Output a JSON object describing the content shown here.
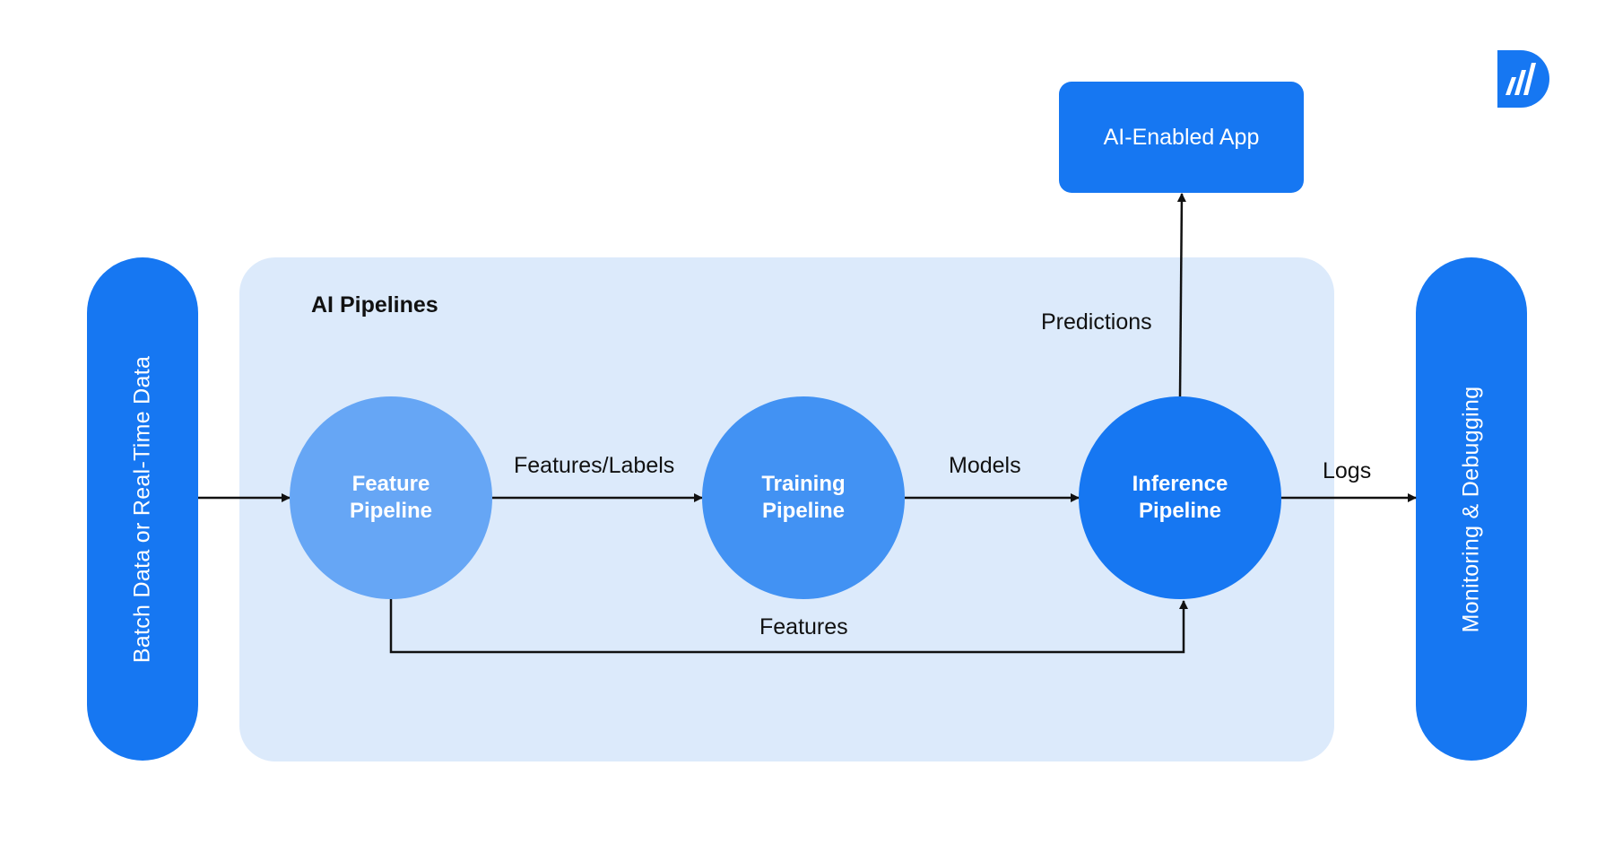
{
  "diagram": {
    "panel_title": "AI Pipelines",
    "left_source": "Batch Data or Real-Time Data",
    "right_sink": "Monitoring & Debugging",
    "app": "AI-Enabled App",
    "nodes": {
      "feature": {
        "line1": "Feature",
        "line2": "Pipeline",
        "color": "#66a6f5"
      },
      "training": {
        "line1": "Training",
        "line2": "Pipeline",
        "color": "#4292f3"
      },
      "inference": {
        "line1": "Inference",
        "line2": "Pipeline",
        "color": "#1677f2"
      }
    },
    "edges": {
      "features_labels": "Features/Labels",
      "models": "Models",
      "predictions": "Predictions",
      "logs": "Logs",
      "features": "Features"
    }
  },
  "colors": {
    "primary_blue": "#1677f2",
    "panel_bg": "#dceafb",
    "arrow": "#111111"
  },
  "icons": {
    "logo": "bar-chart-logo-icon"
  }
}
